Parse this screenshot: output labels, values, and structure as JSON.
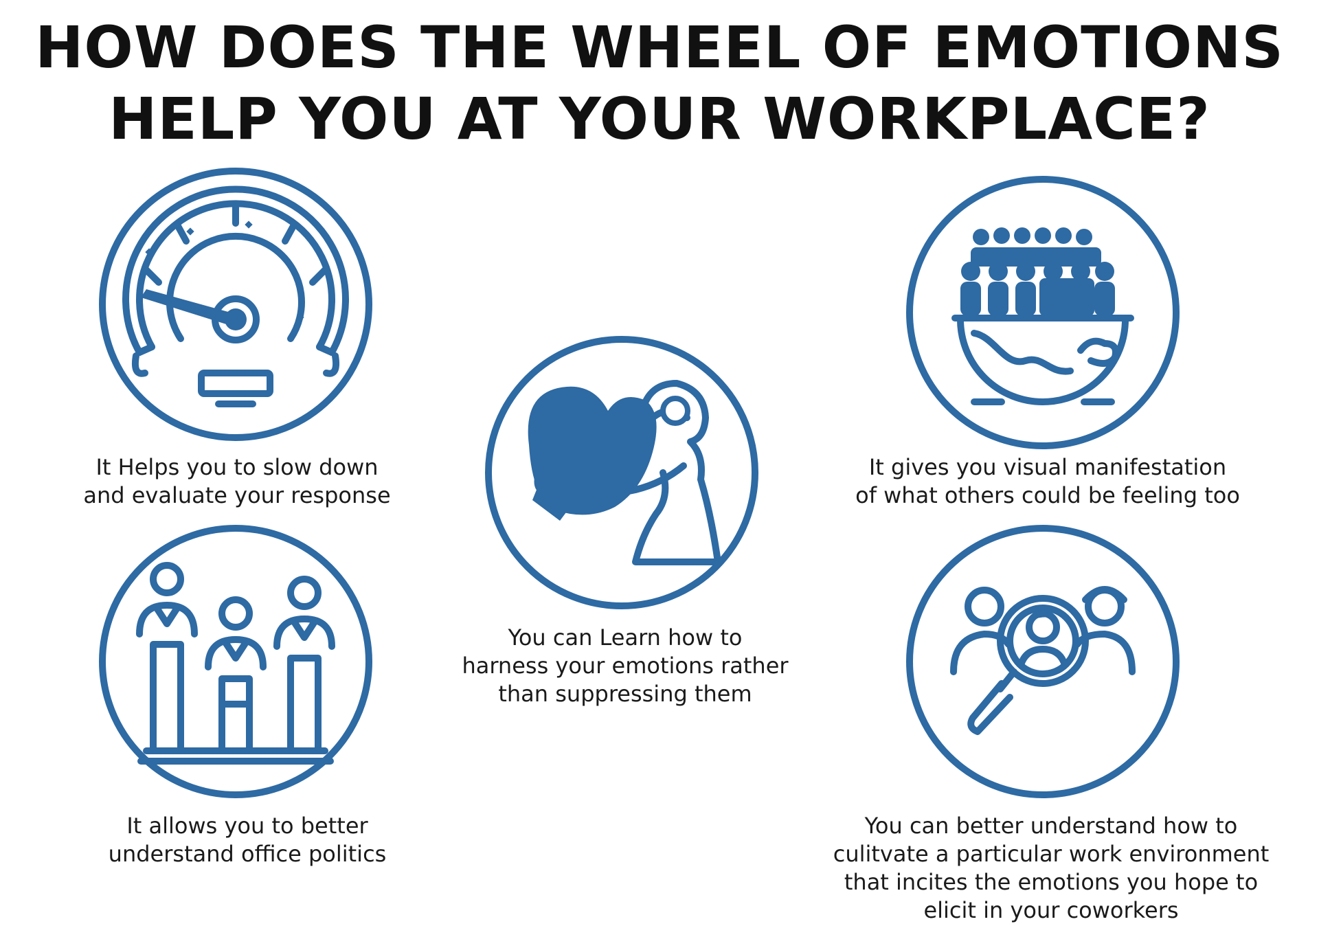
{
  "title": {
    "line1": "HOW DOES THE WHEEL OF EMOTIONS",
    "line2": "HELP YOU AT YOUR WORKPLACE?"
  },
  "accent_color": "#2e6aa3",
  "items": [
    {
      "icon": "speedometer-icon",
      "lines": [
        "It Helps you to slow down",
        "and evaluate your response"
      ]
    },
    {
      "icon": "crowd-on-globe-icon",
      "lines": [
        "It gives you visual manifestation",
        "of what others could be feeling too"
      ]
    },
    {
      "icon": "hugging-heart-icon",
      "lines": [
        "You can Learn how to",
        "harness your emotions rather",
        "than suppressing them"
      ]
    },
    {
      "icon": "people-on-pillars-icon",
      "lines": [
        "It allows you to better",
        "understand office politics"
      ]
    },
    {
      "icon": "magnifier-on-people-icon",
      "lines": [
        "You can better understand how to",
        "culitvate a particular work environment",
        "that incites the emotions you hope to",
        "elicit in your coworkers"
      ]
    }
  ]
}
